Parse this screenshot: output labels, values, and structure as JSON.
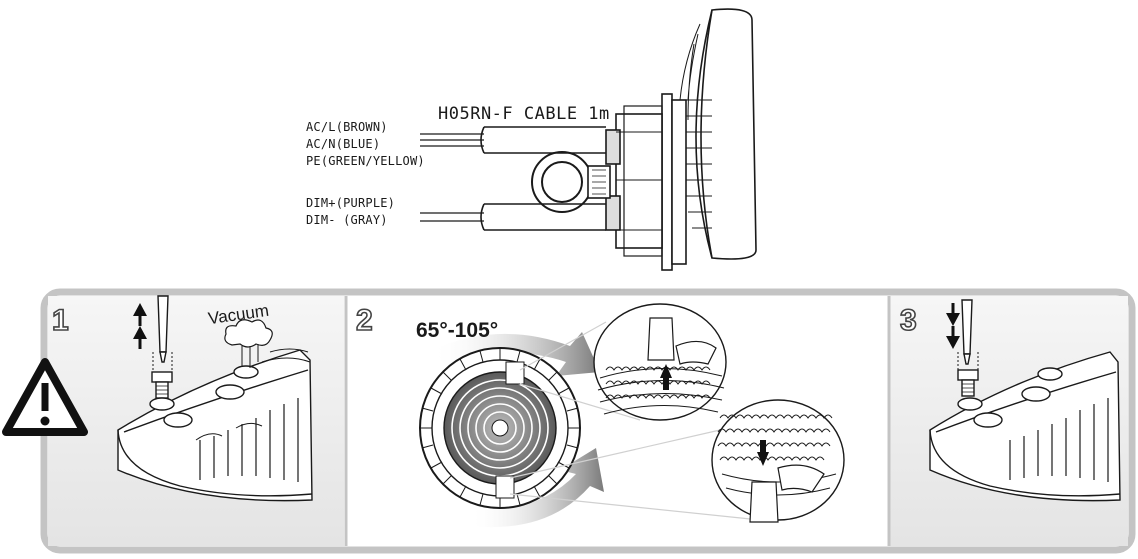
{
  "cable": {
    "title": "H05RN-F CABLE 1m",
    "labels": [
      "AC/L(BROWN)",
      "AC/N(BLUE)",
      "PE(GREEN/YELLOW)",
      "DIM+(PURPLE)",
      "DIM- (GRAY)"
    ]
  },
  "steps": [
    {
      "number": "1",
      "annotation": "Vacuum"
    },
    {
      "number": "2",
      "annotation": "65°-105°"
    },
    {
      "number": "3"
    }
  ],
  "icons": {
    "warning": "warning-triangle-icon",
    "up_arrows": "double-up-arrow-icon",
    "down_arrows": "double-down-arrow-icon"
  },
  "colors": {
    "line": "#1a1a1a",
    "frame": "#c4c4c4",
    "panel_shade": "#efefef",
    "arrow_gray": "#8a8a8a"
  }
}
